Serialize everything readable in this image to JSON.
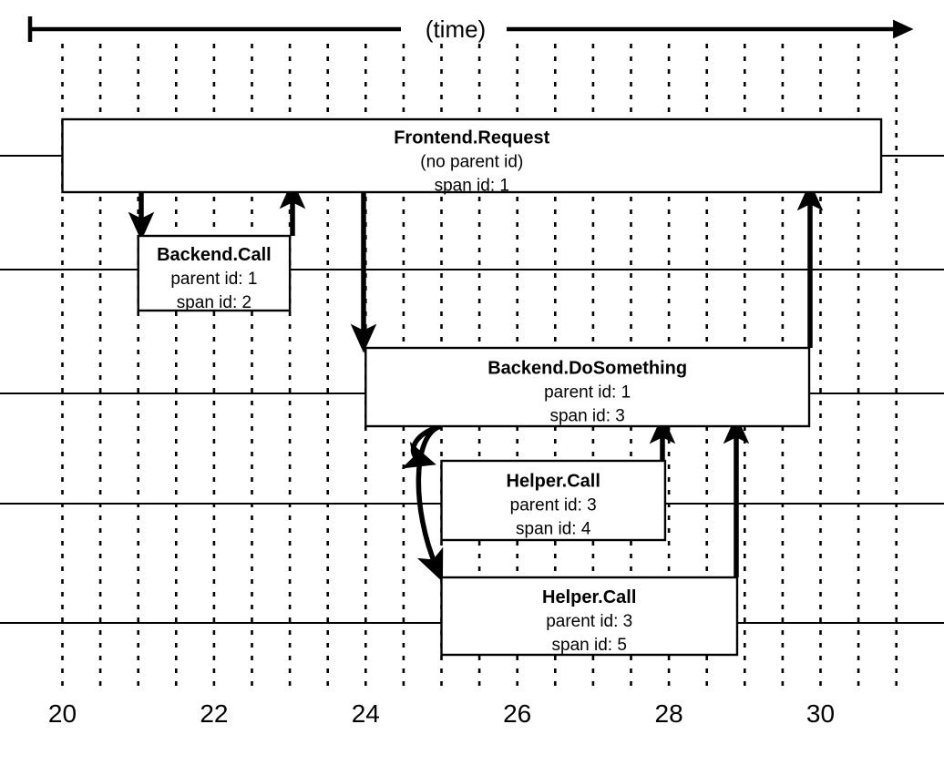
{
  "diagram": {
    "kind": "distributed-trace-timeline",
    "axis": {
      "label": "(time)",
      "tick_labels": [
        "20",
        "22",
        "24",
        "26",
        "28",
        "30"
      ],
      "tick_values": [
        20,
        22,
        24,
        26,
        28,
        30
      ],
      "minor_tick_step": 0.5,
      "range": [
        19.6,
        31.4
      ]
    },
    "spans": [
      {
        "id": "span-1",
        "title": "Frontend.Request",
        "parent_text": "(no parent id)",
        "span_text": "span id: 1",
        "start": 20.0,
        "end": 30.8,
        "lane": 1
      },
      {
        "id": "span-2",
        "title": "Backend.Call",
        "parent_text": "parent id: 1",
        "span_text": "span id: 2",
        "start": 21.0,
        "end": 23.0,
        "lane": 2
      },
      {
        "id": "span-3",
        "title": "Backend.DoSomething",
        "parent_text": "parent id: 1",
        "span_text": "span id: 3",
        "start": 24.0,
        "end": 29.85,
        "lane": 3
      },
      {
        "id": "span-4",
        "title": "Helper.Call",
        "parent_text": "parent id: 3",
        "span_text": "span id: 4",
        "start": 25.0,
        "end": 27.95,
        "lane": 4
      },
      {
        "id": "span-5",
        "title": "Helper.Call",
        "parent_text": "parent id: 3",
        "span_text": "span id: 5",
        "start": 25.0,
        "end": 28.9,
        "lane": 5
      }
    ],
    "flows": [
      {
        "name": "call-frontend-to-backend-call",
        "from": "span-1",
        "to": "span-2",
        "direction": "down"
      },
      {
        "name": "return-backend-call-to-frontend",
        "from": "span-2",
        "to": "span-1",
        "direction": "up"
      },
      {
        "name": "call-frontend-to-dosomething",
        "from": "span-1",
        "to": "span-3",
        "direction": "down"
      },
      {
        "name": "return-dosomething-to-frontend",
        "from": "span-3",
        "to": "span-1",
        "direction": "up"
      },
      {
        "name": "fork-dosomething-to-helpers",
        "from": "span-3",
        "to": "span-4",
        "direction": "down"
      },
      {
        "name": "fork-dosomething-to-helper-5",
        "from": "span-3",
        "to": "span-5",
        "direction": "down"
      },
      {
        "name": "return-helper-4-to-dosomething",
        "from": "span-4",
        "to": "span-3",
        "direction": "up"
      },
      {
        "name": "return-helper-5-to-dosomething",
        "from": "span-5",
        "to": "span-3",
        "direction": "up"
      }
    ]
  }
}
